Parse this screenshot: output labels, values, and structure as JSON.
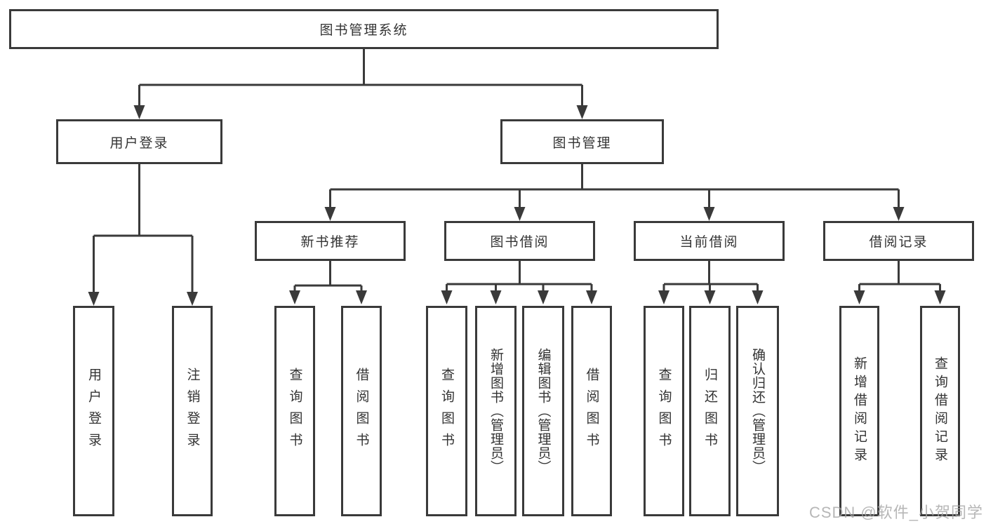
{
  "diagram": {
    "title": "图书管理系统",
    "root": {
      "label": "图书管理系统"
    },
    "level2": [
      {
        "label": "用户登录"
      },
      {
        "label": "图书管理"
      }
    ],
    "level3": [
      {
        "label": "新书推荐"
      },
      {
        "label": "图书借阅"
      },
      {
        "label": "当前借阅"
      },
      {
        "label": "借阅记录"
      }
    ],
    "leaves": {
      "user_login": [
        "用户登录",
        "注销登录"
      ],
      "new_book": [
        "查询图书",
        "借阅图书"
      ],
      "book_borrow": [
        "查询图书",
        "新增图书（管理员）",
        "编辑图书（管理员）",
        "借阅图书"
      ],
      "current_borrow": [
        "查询图书",
        "归还图书",
        "确认归还（管理员）"
      ],
      "borrow_record": [
        "新增借阅记录",
        "查询借阅记录"
      ]
    }
  },
  "watermark": {
    "text": "CSDN @软件_小贺同学"
  },
  "colors": {
    "line": "#3a3a3a",
    "text": "#333333",
    "box_background": "#ffffff",
    "watermark": "#a5a5a5"
  }
}
